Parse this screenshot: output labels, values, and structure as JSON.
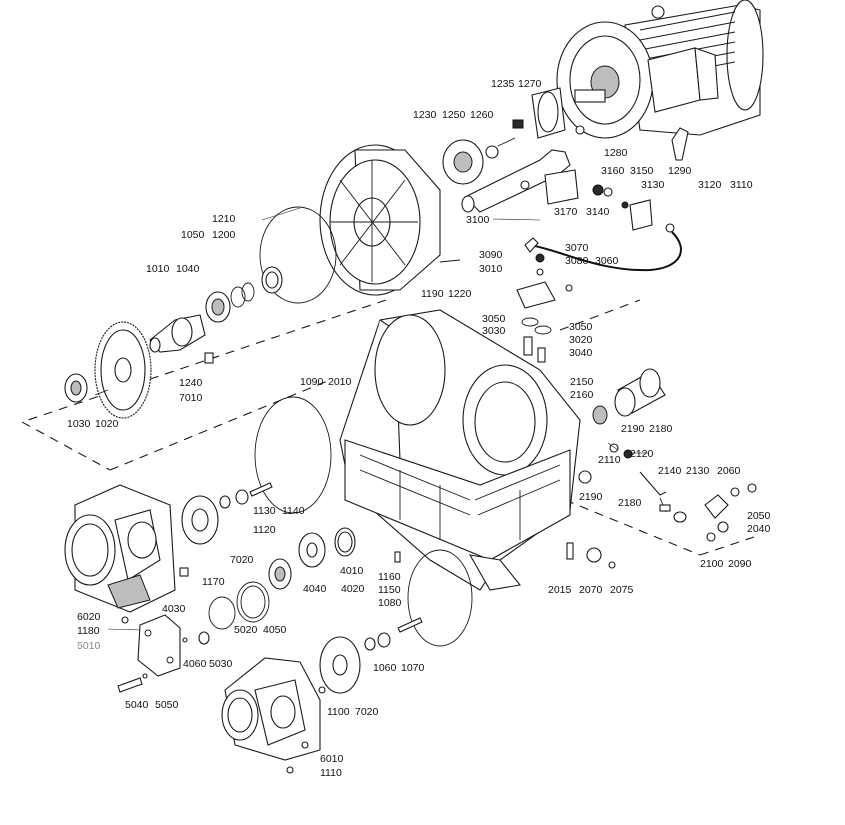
{
  "labels": [
    {
      "id": "1235",
      "text": "1235"
    },
    {
      "id": "1270",
      "text": "1270"
    },
    {
      "id": "1230",
      "text": "1230"
    },
    {
      "id": "1250",
      "text": "1250"
    },
    {
      "id": "1260",
      "text": "1260"
    },
    {
      "id": "1280",
      "text": "1280"
    },
    {
      "id": "3160",
      "text": "3160"
    },
    {
      "id": "3150",
      "text": "3150"
    },
    {
      "id": "1290",
      "text": "1290"
    },
    {
      "id": "3130",
      "text": "3130"
    },
    {
      "id": "3120",
      "text": "3120"
    },
    {
      "id": "3110",
      "text": "3110"
    },
    {
      "id": "3170",
      "text": "3170"
    },
    {
      "id": "3140",
      "text": "3140"
    },
    {
      "id": "3100",
      "text": "3100"
    },
    {
      "id": "1210",
      "text": "1210"
    },
    {
      "id": "1050",
      "text": "1050"
    },
    {
      "id": "1200",
      "text": "1200"
    },
    {
      "id": "3090",
      "text": "3090"
    },
    {
      "id": "3070",
      "text": "3070"
    },
    {
      "id": "3080",
      "text": "3080"
    },
    {
      "id": "3010",
      "text": "3010"
    },
    {
      "id": "3060",
      "text": "3060"
    },
    {
      "id": "1010",
      "text": "1010"
    },
    {
      "id": "1040",
      "text": "1040"
    },
    {
      "id": "1190",
      "text": "1190"
    },
    {
      "id": "1220",
      "text": "1220"
    },
    {
      "id": "3050a",
      "text": "3050"
    },
    {
      "id": "3030",
      "text": "3030"
    },
    {
      "id": "3050b",
      "text": "3050"
    },
    {
      "id": "3020",
      "text": "3020"
    },
    {
      "id": "3040",
      "text": "3040"
    },
    {
      "id": "1090",
      "text": "1090"
    },
    {
      "id": "2010",
      "text": "2010"
    },
    {
      "id": "2150",
      "text": "2150"
    },
    {
      "id": "2160",
      "text": "2160"
    },
    {
      "id": "1240",
      "text": "1240"
    },
    {
      "id": "7010",
      "text": "7010"
    },
    {
      "id": "1030",
      "text": "1030"
    },
    {
      "id": "1020",
      "text": "1020"
    },
    {
      "id": "2190a",
      "text": "2190"
    },
    {
      "id": "2180a",
      "text": "2180"
    },
    {
      "id": "2110",
      "text": "2110"
    },
    {
      "id": "2120",
      "text": "2120"
    },
    {
      "id": "2140",
      "text": "2140"
    },
    {
      "id": "2130",
      "text": "2130"
    },
    {
      "id": "2060",
      "text": "2060"
    },
    {
      "id": "2190b",
      "text": "2190"
    },
    {
      "id": "2180b",
      "text": "2180"
    },
    {
      "id": "2050",
      "text": "2050"
    },
    {
      "id": "2040",
      "text": "2040"
    },
    {
      "id": "1130",
      "text": "1130"
    },
    {
      "id": "1140",
      "text": "1140"
    },
    {
      "id": "1120",
      "text": "1120"
    },
    {
      "id": "7020a",
      "text": "7020"
    },
    {
      "id": "2100",
      "text": "2100"
    },
    {
      "id": "2090",
      "text": "2090"
    },
    {
      "id": "4010",
      "text": "4010"
    },
    {
      "id": "1160",
      "text": "1160"
    },
    {
      "id": "1170",
      "text": "1170"
    },
    {
      "id": "4040",
      "text": "4040"
    },
    {
      "id": "4020",
      "text": "4020"
    },
    {
      "id": "1150",
      "text": "1150"
    },
    {
      "id": "2015",
      "text": "2015"
    },
    {
      "id": "2070",
      "text": "2070"
    },
    {
      "id": "2075",
      "text": "2075"
    },
    {
      "id": "1080",
      "text": "1080"
    },
    {
      "id": "6020",
      "text": "6020"
    },
    {
      "id": "4030",
      "text": "4030"
    },
    {
      "id": "5020",
      "text": "5020"
    },
    {
      "id": "4050",
      "text": "4050"
    },
    {
      "id": "1180",
      "text": "1180"
    },
    {
      "id": "5010",
      "text": "5010"
    },
    {
      "id": "4060",
      "text": "4060"
    },
    {
      "id": "5030",
      "text": "5030"
    },
    {
      "id": "1060",
      "text": "1060"
    },
    {
      "id": "1070",
      "text": "1070"
    },
    {
      "id": "5040",
      "text": "5040"
    },
    {
      "id": "5050",
      "text": "5050"
    },
    {
      "id": "1100",
      "text": "1100"
    },
    {
      "id": "7020b",
      "text": "7020"
    },
    {
      "id": "6010",
      "text": "6010"
    },
    {
      "id": "1110",
      "text": "1110"
    }
  ],
  "colors": {
    "line": "#1a1a1a",
    "background": "#ffffff",
    "muted_label": "#8a8a8a"
  }
}
